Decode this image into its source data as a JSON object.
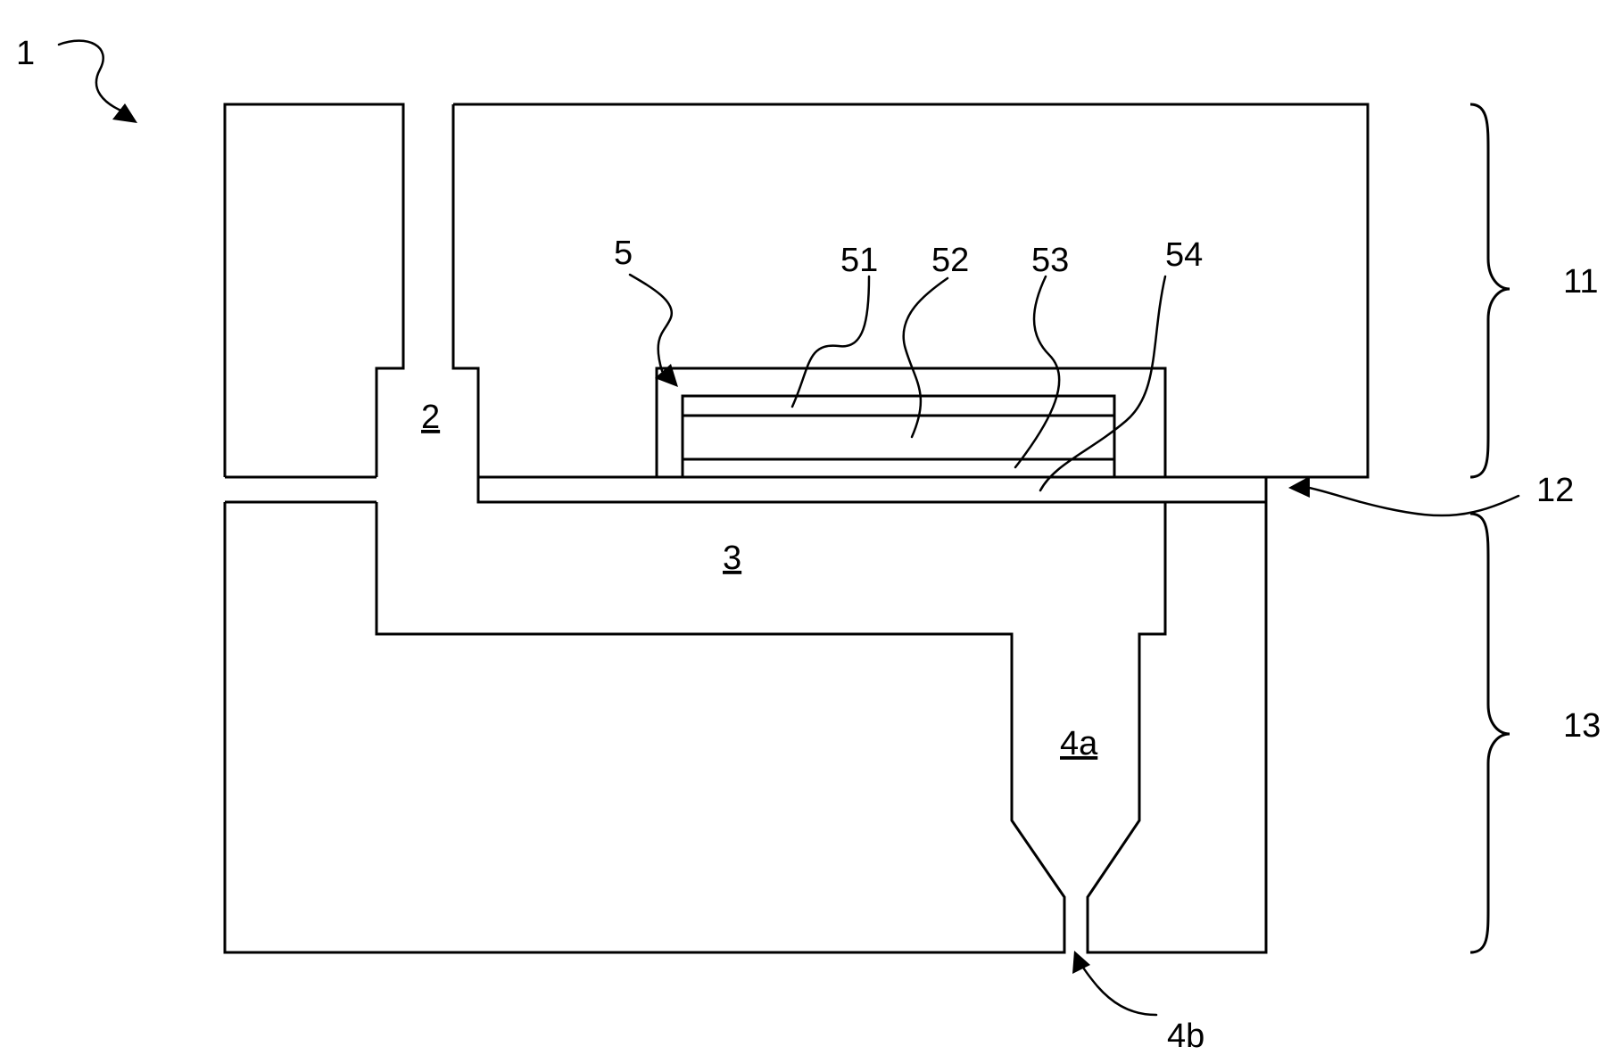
{
  "figure": {
    "labels": {
      "device": "1",
      "inlet_channel": "2",
      "chamber": "3",
      "outlet_channel": "4a",
      "nozzle": "4b",
      "actuator": "5",
      "layer_51": "51",
      "layer_52": "52",
      "layer_53": "53",
      "layer_54": "54",
      "upper_part": "11",
      "membrane": "12",
      "lower_part": "13"
    },
    "colors": {
      "line": "#000000",
      "background": "#ffffff"
    }
  }
}
